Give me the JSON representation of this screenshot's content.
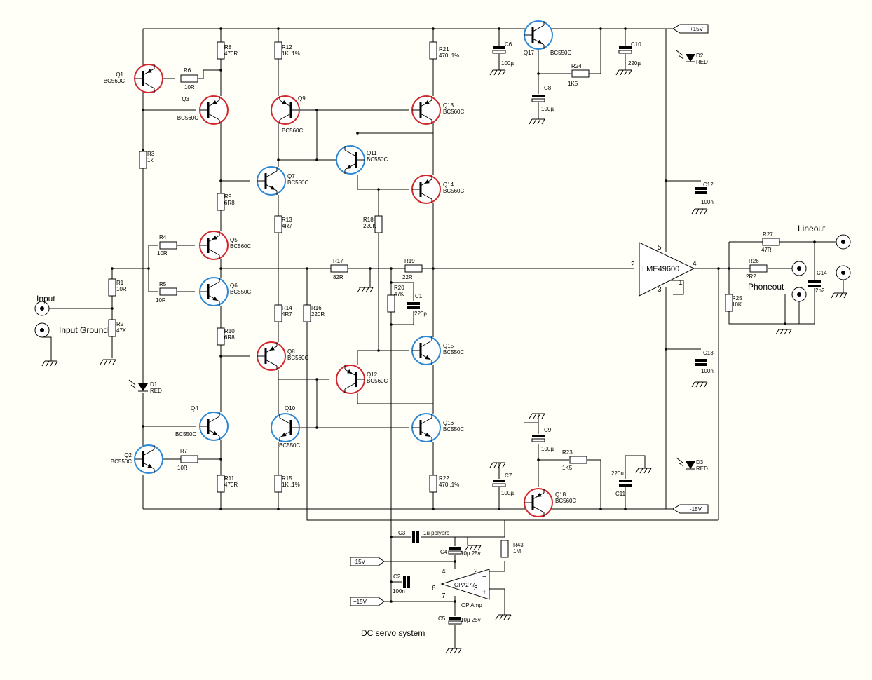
{
  "colors": {
    "pnp_ring": "#d0282c",
    "npn_ring": "#2f88d3",
    "background": "#fffff8",
    "ink": "#000000"
  },
  "rails": {
    "pos": "+15V",
    "neg": "-15V"
  },
  "transistors": [
    {
      "ref": "Q1",
      "part": "BC560C",
      "type": "pnp"
    },
    {
      "ref": "Q2",
      "part": "BC550C",
      "type": "npn"
    },
    {
      "ref": "Q3",
      "part": "BC560C",
      "type": "pnp"
    },
    {
      "ref": "Q4",
      "part": "BC550C",
      "type": "npn"
    },
    {
      "ref": "Q5",
      "part": "BC560C",
      "type": "pnp"
    },
    {
      "ref": "Q6",
      "part": "BC550C",
      "type": "npn"
    },
    {
      "ref": "Q7",
      "part": "BC550C",
      "type": "npn"
    },
    {
      "ref": "Q8",
      "part": "BC560C",
      "type": "pnp"
    },
    {
      "ref": "Q9",
      "part": "BC560C",
      "type": "pnp"
    },
    {
      "ref": "Q10",
      "part": "BC550C",
      "type": "npn"
    },
    {
      "ref": "Q11",
      "part": "BC550C",
      "type": "npn"
    },
    {
      "ref": "Q12",
      "part": "BC560C",
      "type": "pnp"
    },
    {
      "ref": "Q13",
      "part": "BC560C",
      "type": "pnp"
    },
    {
      "ref": "Q14",
      "part": "BC560C",
      "type": "pnp"
    },
    {
      "ref": "Q15",
      "part": "BC550C",
      "type": "npn"
    },
    {
      "ref": "Q16",
      "part": "BC550C",
      "type": "npn"
    },
    {
      "ref": "Q17",
      "part": "BC550C",
      "type": "npn"
    },
    {
      "ref": "Q18",
      "part": "BC560C",
      "type": "pnp"
    }
  ],
  "resistors": [
    {
      "ref": "R1",
      "value": "10R"
    },
    {
      "ref": "R2",
      "value": "47K"
    },
    {
      "ref": "R3",
      "value": "1k"
    },
    {
      "ref": "R4",
      "value": "10R"
    },
    {
      "ref": "R5",
      "value": "10R"
    },
    {
      "ref": "R6",
      "value": "10R"
    },
    {
      "ref": "R7",
      "value": "10R"
    },
    {
      "ref": "R8",
      "value": "470R"
    },
    {
      "ref": "R9",
      "value": "6R8"
    },
    {
      "ref": "R10",
      "value": "6R8"
    },
    {
      "ref": "R11",
      "value": "470R"
    },
    {
      "ref": "R12",
      "value": "1K .1%"
    },
    {
      "ref": "R13",
      "value": "4R7"
    },
    {
      "ref": "R14",
      "value": "4R7"
    },
    {
      "ref": "R15",
      "value": "1K .1%"
    },
    {
      "ref": "R16",
      "value": "220R"
    },
    {
      "ref": "R17",
      "value": "82R"
    },
    {
      "ref": "R18",
      "value": "220K"
    },
    {
      "ref": "R19",
      "value": "22R"
    },
    {
      "ref": "R20",
      "value": "47K"
    },
    {
      "ref": "R21",
      "value": "470 .1%"
    },
    {
      "ref": "R22",
      "value": "470 .1%"
    },
    {
      "ref": "R23",
      "value": "1K5"
    },
    {
      "ref": "R24",
      "value": "1K5"
    },
    {
      "ref": "R25",
      "value": "10K"
    },
    {
      "ref": "R26",
      "value": "2R2"
    },
    {
      "ref": "R27",
      "value": "47R"
    },
    {
      "ref": "R43",
      "value": "1M"
    }
  ],
  "capacitors": [
    {
      "ref": "C1",
      "value": "220p"
    },
    {
      "ref": "C2",
      "value": "100n"
    },
    {
      "ref": "C3",
      "value": "1u polypro"
    },
    {
      "ref": "C4",
      "value": "10µ 25v"
    },
    {
      "ref": "C5",
      "value": "10µ 25v"
    },
    {
      "ref": "C6",
      "value": "100µ"
    },
    {
      "ref": "C7",
      "value": "100µ"
    },
    {
      "ref": "C8",
      "value": "100µ"
    },
    {
      "ref": "C9",
      "value": "100µ"
    },
    {
      "ref": "C10",
      "value": "220µ"
    },
    {
      "ref": "C11",
      "value": "220u"
    },
    {
      "ref": "C12",
      "value": "100n"
    },
    {
      "ref": "C13",
      "value": "100n"
    },
    {
      "ref": "C14",
      "value": "2n2"
    }
  ],
  "diodes": [
    {
      "ref": "D1",
      "value": "RED"
    },
    {
      "ref": "D2",
      "value": "RED"
    },
    {
      "ref": "D3",
      "value": "RED"
    }
  ],
  "ics": {
    "driver": {
      "part": "LME49600",
      "pins": [
        "2",
        "4",
        "5",
        "3",
        "1"
      ]
    },
    "servo": {
      "part": "OPA277",
      "sub": "OP Amp",
      "pins": [
        "4",
        "2",
        "6",
        "7",
        "3"
      ],
      "minus": "−",
      "plus": "+"
    }
  },
  "connectors": {
    "input": "Input",
    "input_ground": "Input Ground",
    "lineout": "Lineout",
    "phoneout": "Phoneout"
  },
  "caption": "DC servo system"
}
